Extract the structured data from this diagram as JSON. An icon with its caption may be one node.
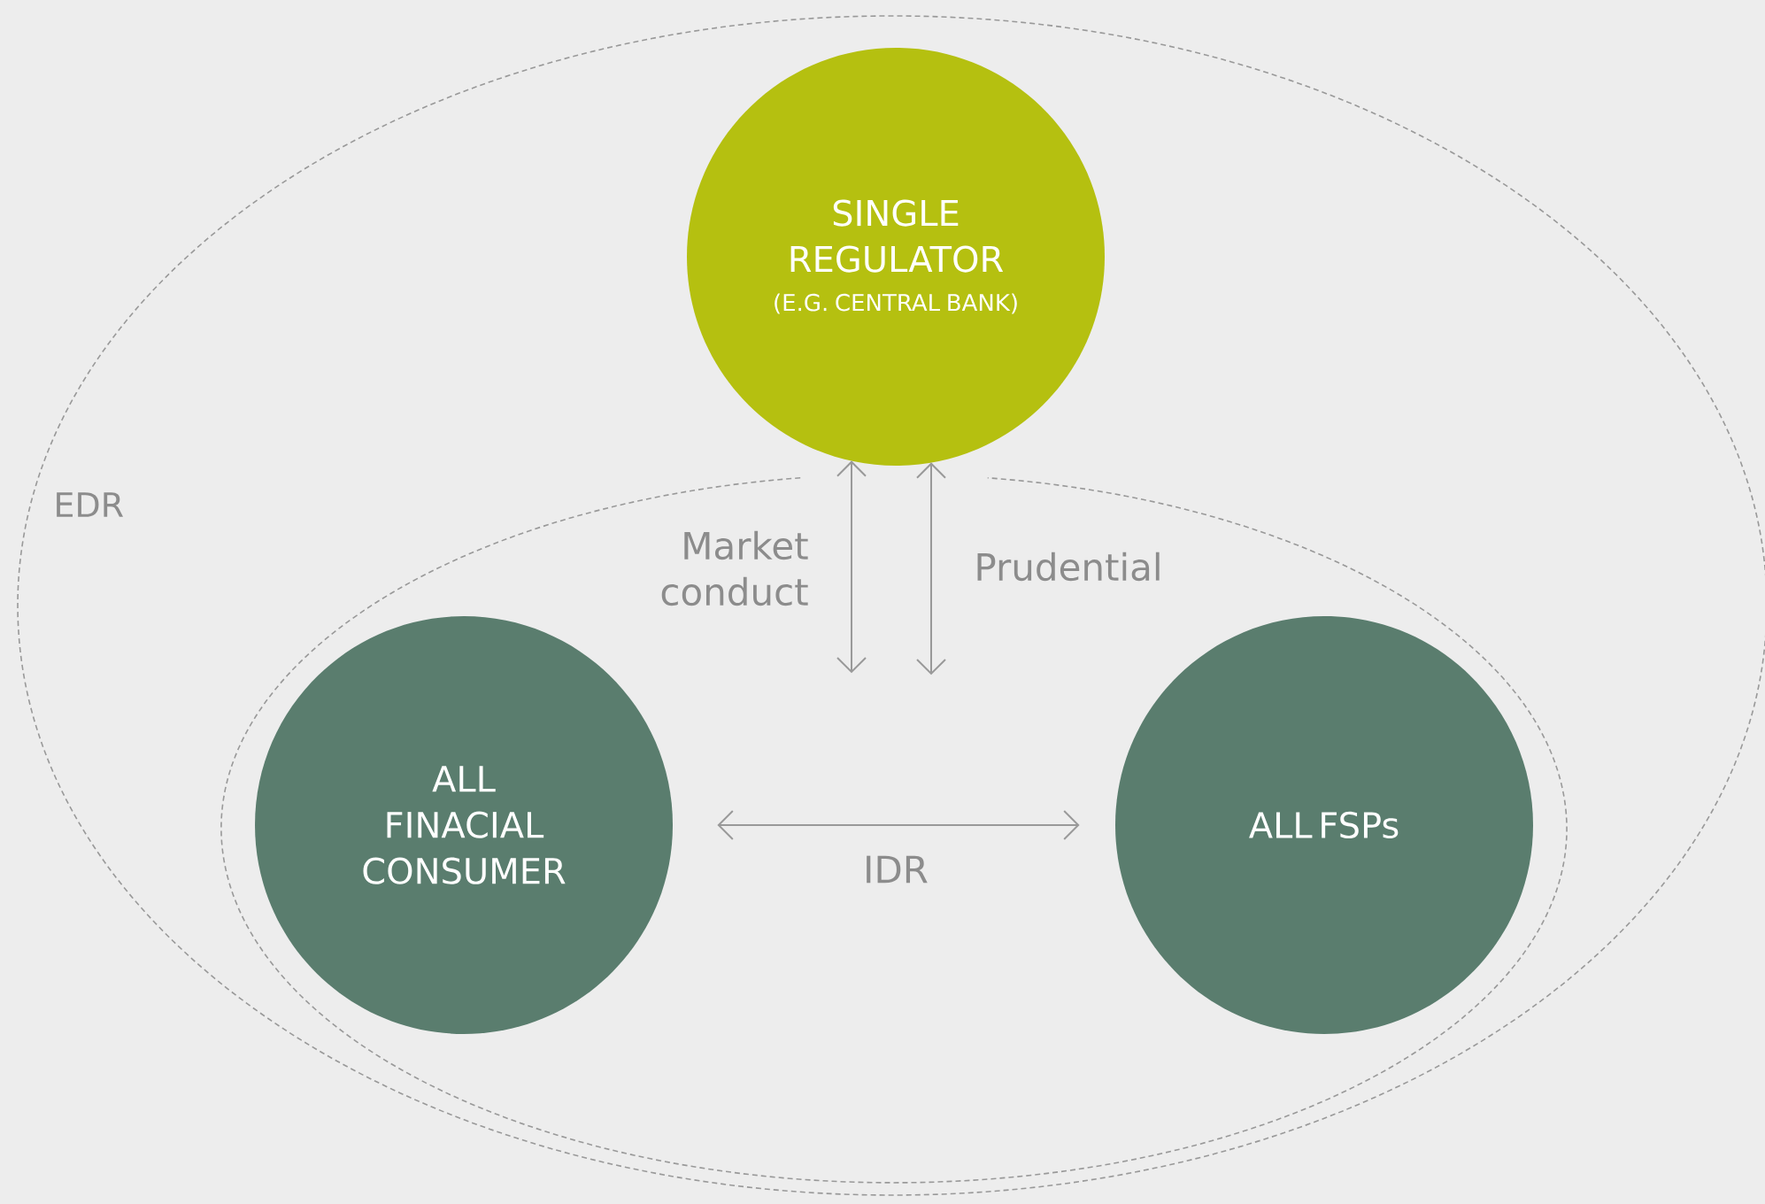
{
  "diagram": {
    "nodes": [
      {
        "text": [
          "EDR"
        ]
      },
      {
        "text": [
          "SINGLE REGULATOR",
          "(E.G. CENTRAL BANK)"
        ],
        "in": 0
      },
      {
        "text": [],
        "shape": "ellipse",
        "in": 0
      },
      {
        "text": [
          "ALL FINACIAL CONSUMER"
        ],
        "in": 2
      },
      {
        "text": [
          "ALL FSPs"
        ],
        "in": 2
      }
    ],
    "edges": [
      {
        "from": 1,
        "to": null,
        "arrow": "both",
        "label": "Market conduct"
      },
      {
        "from": 1,
        "to": null,
        "arrow": "both",
        "label": "Prudential"
      },
      {
        "from": 3,
        "to": 4,
        "arrow": "both",
        "label": "IDR"
      }
    ]
  }
}
